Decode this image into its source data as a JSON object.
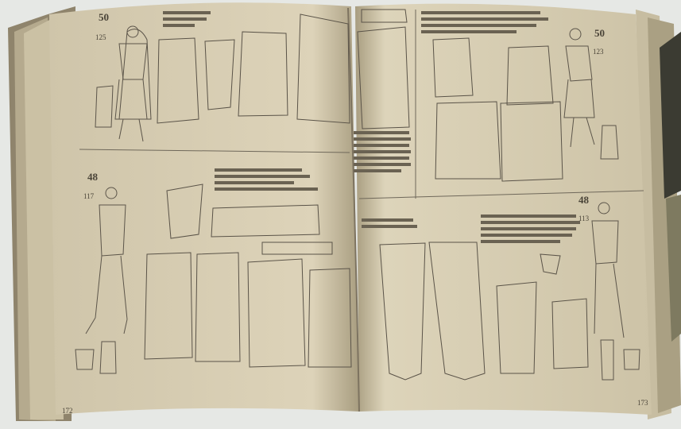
{
  "book": {
    "left_page": {
      "folio": "172",
      "sections": [
        {
          "number": "50",
          "item": "125"
        },
        {
          "number": "48",
          "item": "117"
        }
      ]
    },
    "right_page": {
      "folio": "173",
      "sections": [
        {
          "number": "50",
          "item": "123"
        },
        {
          "number": "48",
          "item": "113"
        }
      ]
    }
  },
  "colors": {
    "paper": "#d8ceb4",
    "paper_shadow": "#b8ac8d",
    "ink": "#5a5348",
    "background": "#e7e9e6",
    "book_edge": "#9b8f76"
  }
}
